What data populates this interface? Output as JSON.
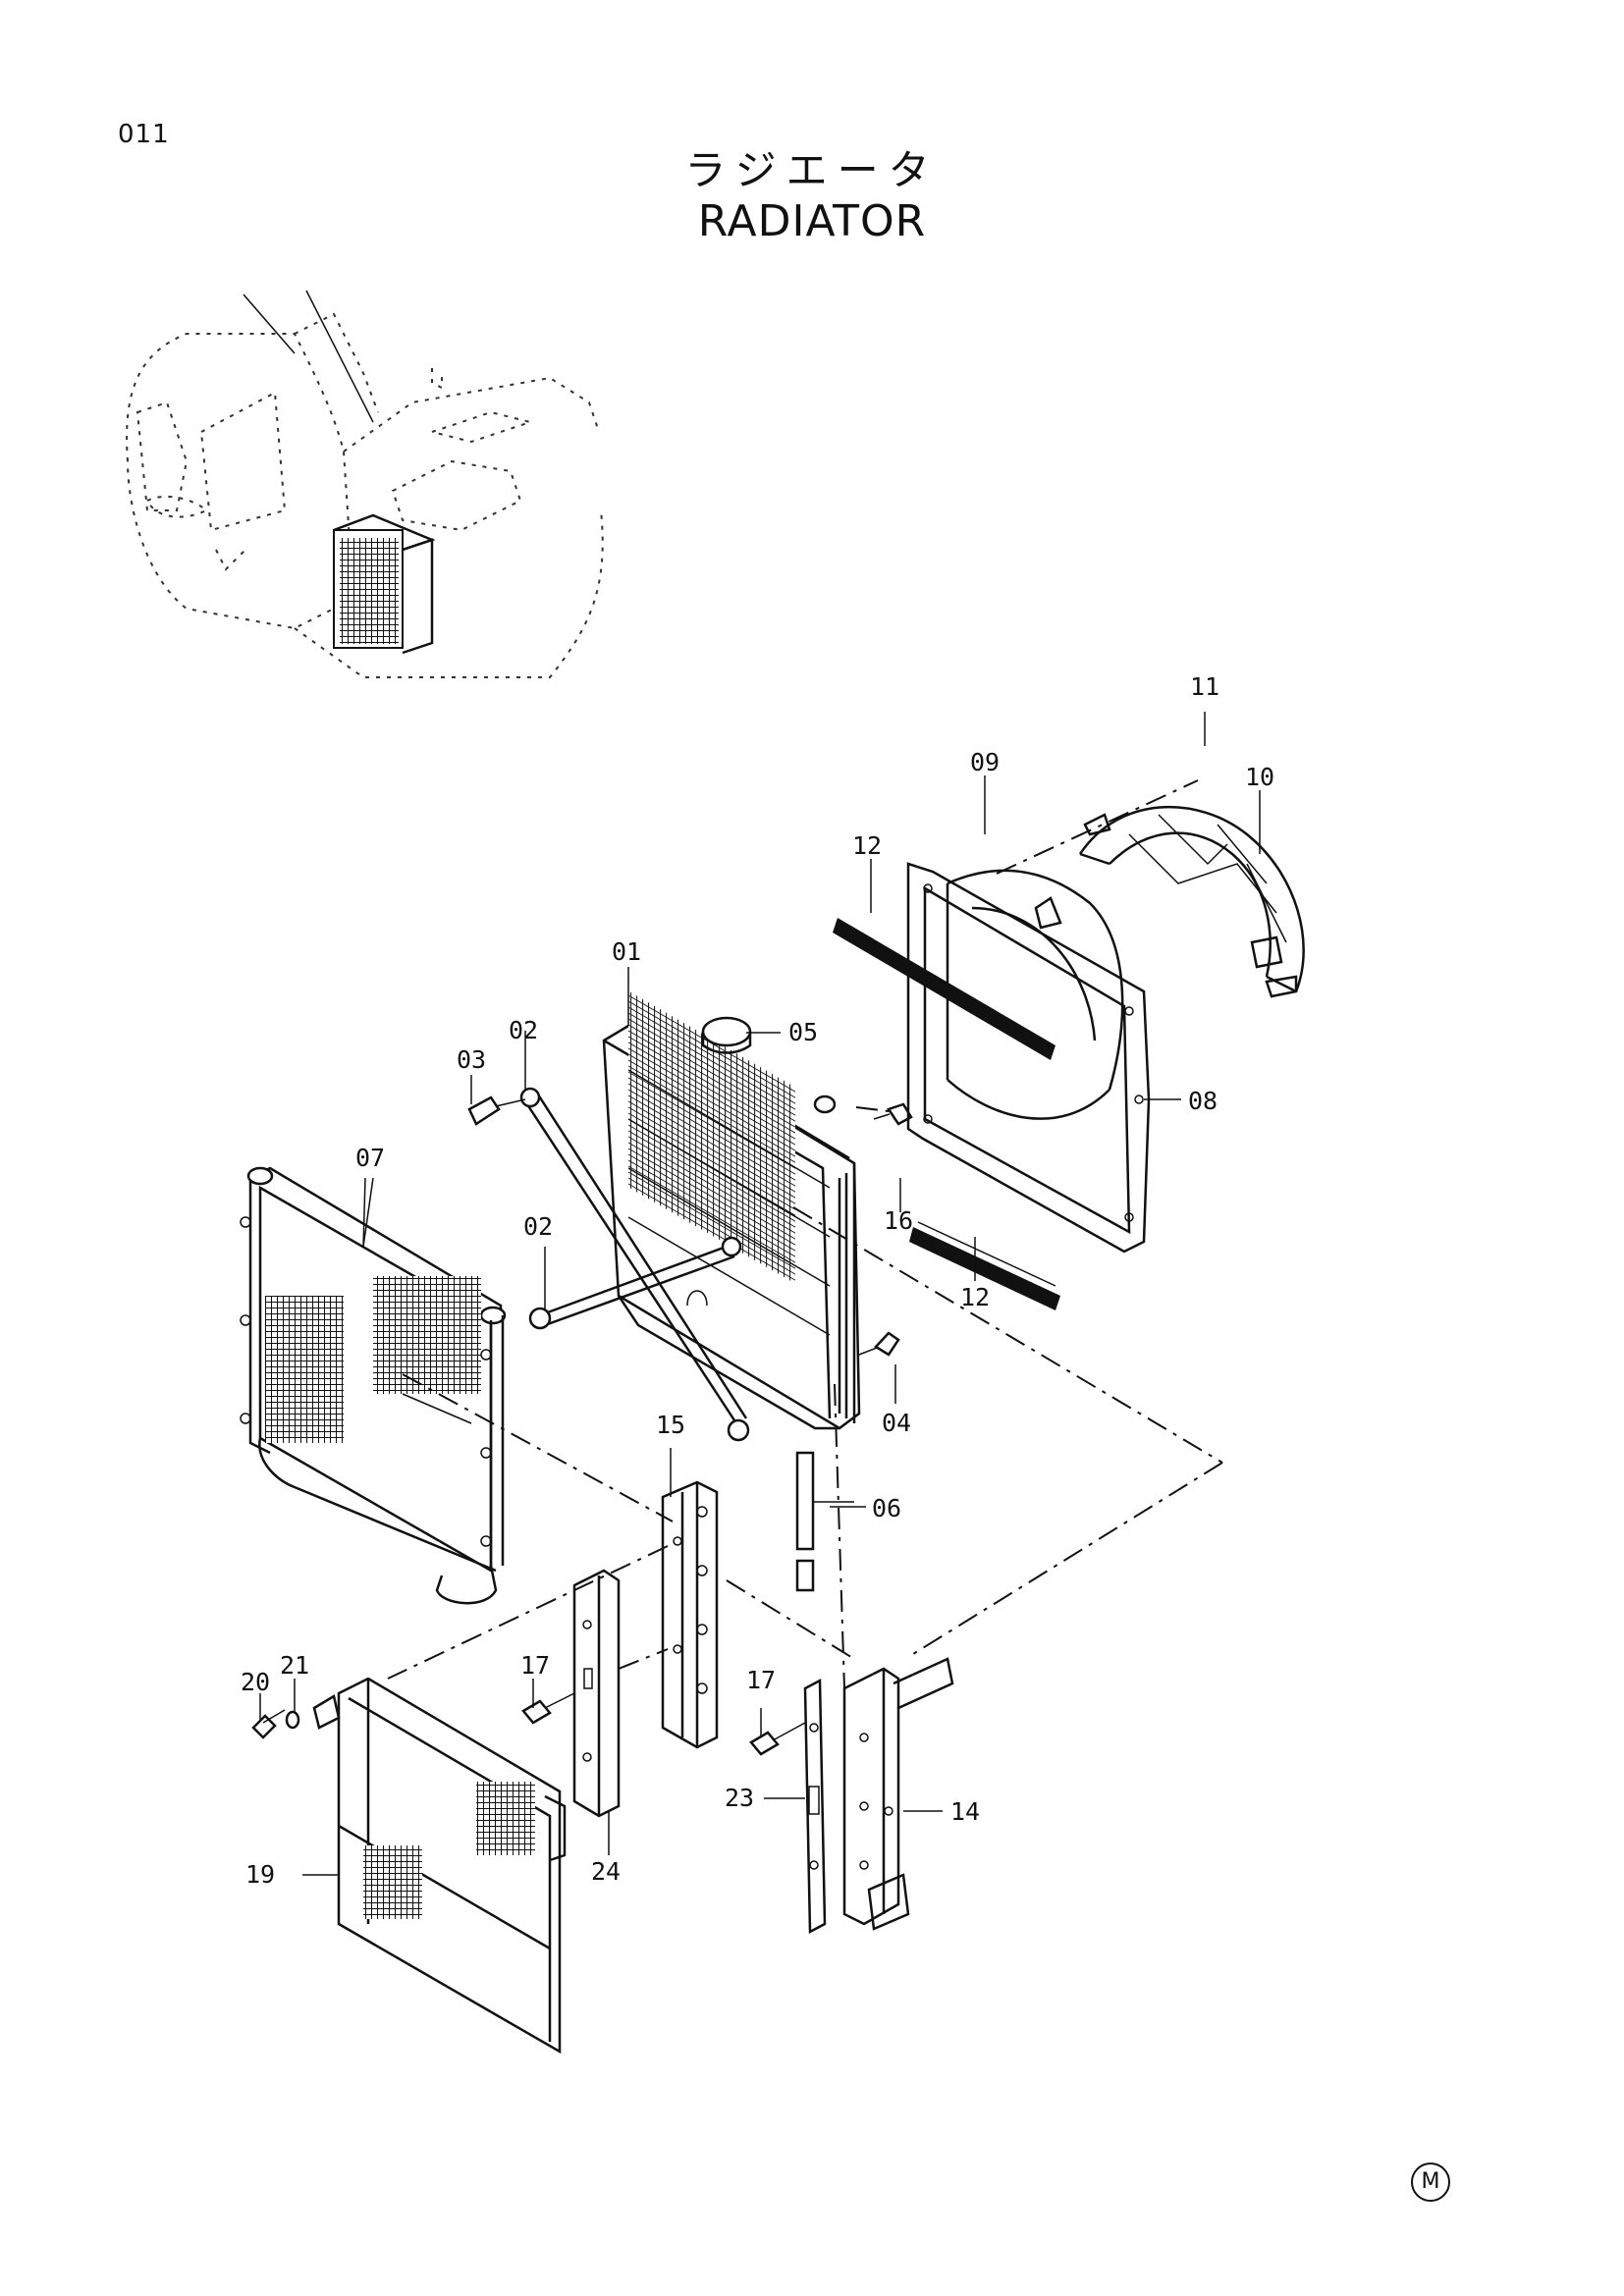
{
  "page_number": "011",
  "title_jp": "ラジエータ",
  "title_en": "RADIATOR",
  "corner_mark": "M",
  "callouts": {
    "c01": "01",
    "c02a": "02",
    "c02b": "02",
    "c03": "03",
    "c04": "04",
    "c05": "05",
    "c06": "06",
    "c07": "07",
    "c08": "08",
    "c09": "09",
    "c10": "10",
    "c11": "11",
    "c12a": "12",
    "c12b": "12",
    "c14": "14",
    "c15": "15",
    "c16": "16",
    "c17a": "17",
    "c17b": "17",
    "c19": "19",
    "c20": "20",
    "c21": "21",
    "c23": "23",
    "c24": "24"
  }
}
